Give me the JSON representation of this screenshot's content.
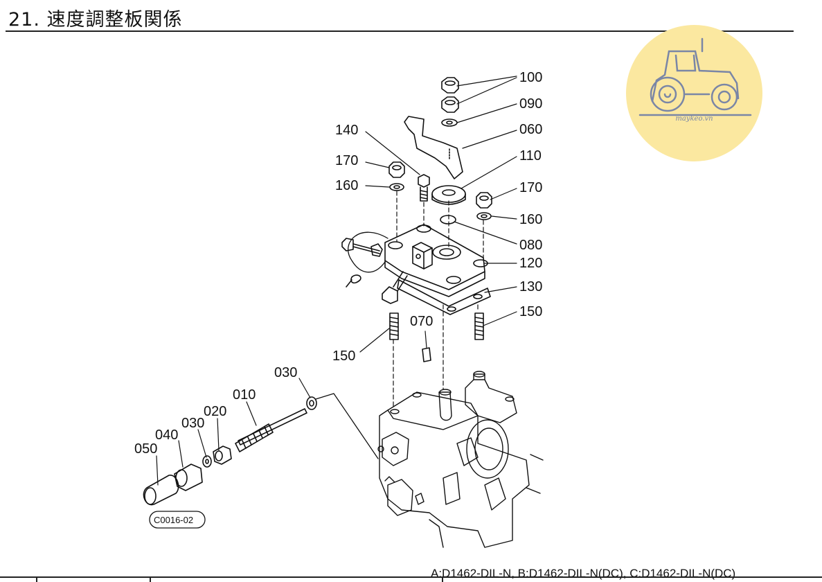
{
  "header": {
    "title": "21. 速度調整板関係"
  },
  "callouts": {
    "c100": "100",
    "c090": "090",
    "c060": "060",
    "c140": "140",
    "c110": "110",
    "c170a": "170",
    "c170b": "170",
    "c160a": "160",
    "c160b": "160",
    "c080": "080",
    "c120": "120",
    "c130": "130",
    "c150a": "150",
    "c150b": "150",
    "c070": "070",
    "c030a": "030",
    "c010": "010",
    "c020": "020",
    "c030b": "030",
    "c040": "040",
    "c050": "050"
  },
  "drawing_code": "C0016-02",
  "models_note": "A:D1462-DIL-N,  B:D1462-DIL-N(DC),  C:D1462-DIL-N(DC)",
  "logo": {
    "text": "maykeo.vn",
    "icon": "tractor-icon"
  }
}
